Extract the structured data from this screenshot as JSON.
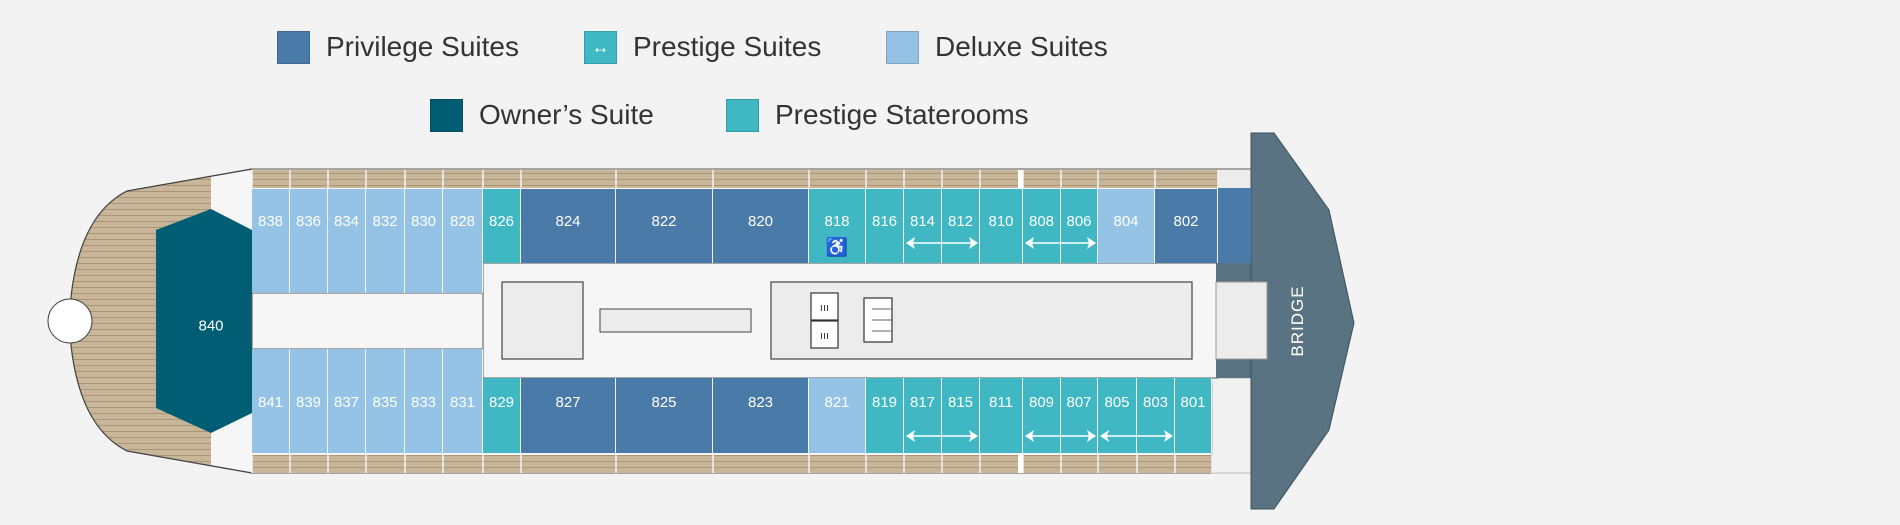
{
  "legend": [
    {
      "label": "Privilege Suites",
      "color": "#4a7aa8",
      "icon": ""
    },
    {
      "label": "Prestige Suites",
      "color": "#3fb8c4",
      "icon": "↔"
    },
    {
      "label": "Deluxe Suites",
      "color": "#94c3e6",
      "icon": ""
    },
    {
      "label": "Owner’s Suite",
      "color": "#005d73",
      "icon": ""
    },
    {
      "label": "Prestige Staterooms",
      "color": "#3fb8c4",
      "icon": ""
    }
  ],
  "colors": {
    "privilege": "#4a7aa8",
    "prestige": "#3fb8c4",
    "deluxe": "#94c3e6",
    "owner": "#005d73",
    "bridge": "#5a7382",
    "wood": "#c9b698",
    "background": "#f3f3f3"
  },
  "owner_suite": {
    "number": "840"
  },
  "bridge_label": "BRIDGE",
  "upper_cabins": [
    {
      "number": "838",
      "type": "deluxe"
    },
    {
      "number": "836",
      "type": "deluxe"
    },
    {
      "number": "834",
      "type": "deluxe"
    },
    {
      "number": "832",
      "type": "deluxe"
    },
    {
      "number": "830",
      "type": "deluxe"
    },
    {
      "number": "828",
      "type": "deluxe"
    },
    {
      "number": "826",
      "type": "prestige"
    },
    {
      "number": "824",
      "type": "privilege"
    },
    {
      "number": "822",
      "type": "privilege"
    },
    {
      "number": "820",
      "type": "privilege"
    },
    {
      "number": "818",
      "type": "prestige",
      "accessible": true
    },
    {
      "number": "816",
      "type": "prestige"
    },
    {
      "number": "814",
      "type": "prestige"
    },
    {
      "number": "812",
      "type": "prestige"
    },
    {
      "number": "810",
      "type": "prestige"
    },
    {
      "number": "808",
      "type": "prestige"
    },
    {
      "number": "806",
      "type": "prestige"
    },
    {
      "number": "804",
      "type": "deluxe"
    },
    {
      "number": "802",
      "type": "privilege"
    }
  ],
  "lower_cabins": [
    {
      "number": "841",
      "type": "deluxe"
    },
    {
      "number": "839",
      "type": "deluxe"
    },
    {
      "number": "837",
      "type": "deluxe"
    },
    {
      "number": "835",
      "type": "deluxe"
    },
    {
      "number": "833",
      "type": "deluxe"
    },
    {
      "number": "831",
      "type": "deluxe"
    },
    {
      "number": "829",
      "type": "prestige"
    },
    {
      "number": "827",
      "type": "privilege"
    },
    {
      "number": "825",
      "type": "privilege"
    },
    {
      "number": "823",
      "type": "privilege"
    },
    {
      "number": "821",
      "type": "deluxe"
    },
    {
      "number": "819",
      "type": "prestige"
    },
    {
      "number": "817",
      "type": "prestige"
    },
    {
      "number": "815",
      "type": "prestige"
    },
    {
      "number": "811",
      "type": "prestige"
    },
    {
      "number": "809",
      "type": "prestige"
    },
    {
      "number": "807",
      "type": "prestige"
    },
    {
      "number": "805",
      "type": "prestige"
    },
    {
      "number": "803",
      "type": "prestige"
    },
    {
      "number": "801",
      "type": "prestige"
    }
  ]
}
